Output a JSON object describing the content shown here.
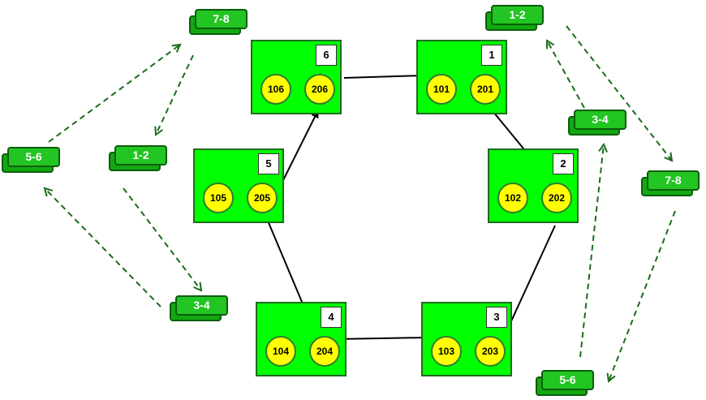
{
  "nodes": [
    {
      "id": "1",
      "circles": [
        "101",
        "201"
      ]
    },
    {
      "id": "2",
      "circles": [
        "102",
        "202"
      ]
    },
    {
      "id": "3",
      "circles": [
        "103",
        "203"
      ]
    },
    {
      "id": "4",
      "circles": [
        "104",
        "204"
      ]
    },
    {
      "id": "5",
      "circles": [
        "105",
        "205"
      ]
    },
    {
      "id": "6",
      "circles": [
        "106",
        "206"
      ]
    }
  ],
  "tags": {
    "left_top": "7-8",
    "left_mid": "1-2",
    "left_outer": "5-6",
    "left_bottom": "3-4",
    "right_top": "1-2",
    "right_mid": "3-4",
    "right_outer": "7-8",
    "right_bottom": "5-6"
  },
  "colors": {
    "node_fill": "#00ff00",
    "circle_fill": "#ffff00",
    "tag_fill": "#22c522",
    "dashed_arrow": "#1a6b1a",
    "solid_arrow": "#000000"
  }
}
